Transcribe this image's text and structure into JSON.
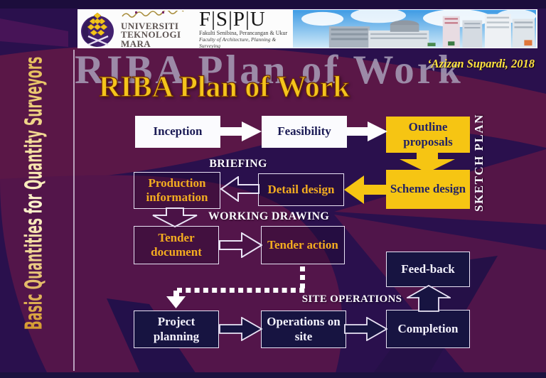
{
  "slide": {
    "sidebar_text": "Basic Quantities for Quantity Surveyors",
    "ghost_title": "RIBA Plan of Work",
    "title": "RIBA Plan of Work",
    "credit": "‘Azizan Supardi, 2018"
  },
  "header": {
    "university_lines": [
      "UNIVERSITI",
      "TEKNOLOGI",
      "MARA"
    ],
    "faculty_acronym": "F|S|P|U",
    "faculty_name_malay": "Fakulti Senibina, Perancangan & Ukur",
    "faculty_name_english": "Faculty of Architecture, Planning & Surveying"
  },
  "diagram": {
    "boxes": {
      "inception": "Inception",
      "feasibility": "Feasibility",
      "outline_proposals": "Outline proposals",
      "scheme_design": "Scheme design",
      "detail_design": "Detail design",
      "production_information": "Production information",
      "tender_document": "Tender document",
      "tender_action": "Tender action",
      "feed_back": "Feed-back",
      "project_planning": "Project planning",
      "operations_on_site": "Operations on site",
      "completion": "Completion"
    },
    "labels": {
      "briefing": "BRIEFING",
      "sketch_plan": "SKETCH PLAN",
      "working_drawing": "WORKING DRAWING",
      "site_operations": "SITE OPERATIONS"
    },
    "colors": {
      "stage_yellow": "#f6c513",
      "box_navy": "#171441",
      "box_white": "#fbfbfe",
      "gold_text": "#f3ac20",
      "background_navy": "#2a104d",
      "background_maroon": "#5a1747"
    }
  }
}
